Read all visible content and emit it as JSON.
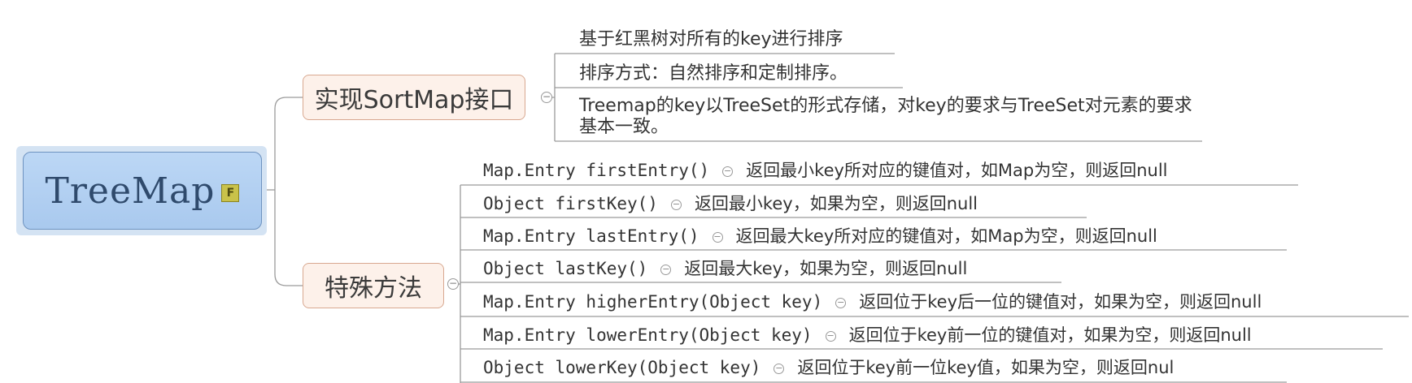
{
  "root": {
    "title": "TreeMap",
    "flag_icon": "flag-icon"
  },
  "branches": [
    {
      "label": "实现SortMap接口",
      "items": [
        "基于红黑树对所有的key进行排序",
        "排序方式：自然排序和定制排序。",
        "Treemap的key以TreeSet的形式存储，对key的要求与TreeSet对元素的要求基本一致。"
      ]
    },
    {
      "label": "特殊方法",
      "methods": [
        {
          "signature": "Map.Entry firstEntry()",
          "description": "返回最小key所对应的键值对，如Map为空，则返回null"
        },
        {
          "signature": "Object firstKey()",
          "description": "返回最小key，如果为空，则返回null"
        },
        {
          "signature": "Map.Entry lastEntry()",
          "description": "返回最大key所对应的键值对，如Map为空，则返回null"
        },
        {
          "signature": "Object lastKey()",
          "description": "返回最大key，如果为空，则返回null"
        },
        {
          "signature": "Map.Entry higherEntry(Object key)",
          "description": "返回位于key后一位的键值对，如果为空，则返回null"
        },
        {
          "signature": "Map.Entry lowerEntry(Object key)",
          "description": "返回位于key前一位的键值对，如果为空，则返回null"
        },
        {
          "signature": "Object lowerKey(Object key)",
          "description": "返回位于key前一位key值，如果为空，则返回nul"
        }
      ]
    }
  ],
  "colors": {
    "line": "#9a9a9a",
    "root_fill": "#b3d0f0",
    "branch_fill": "#fdf1ea"
  }
}
